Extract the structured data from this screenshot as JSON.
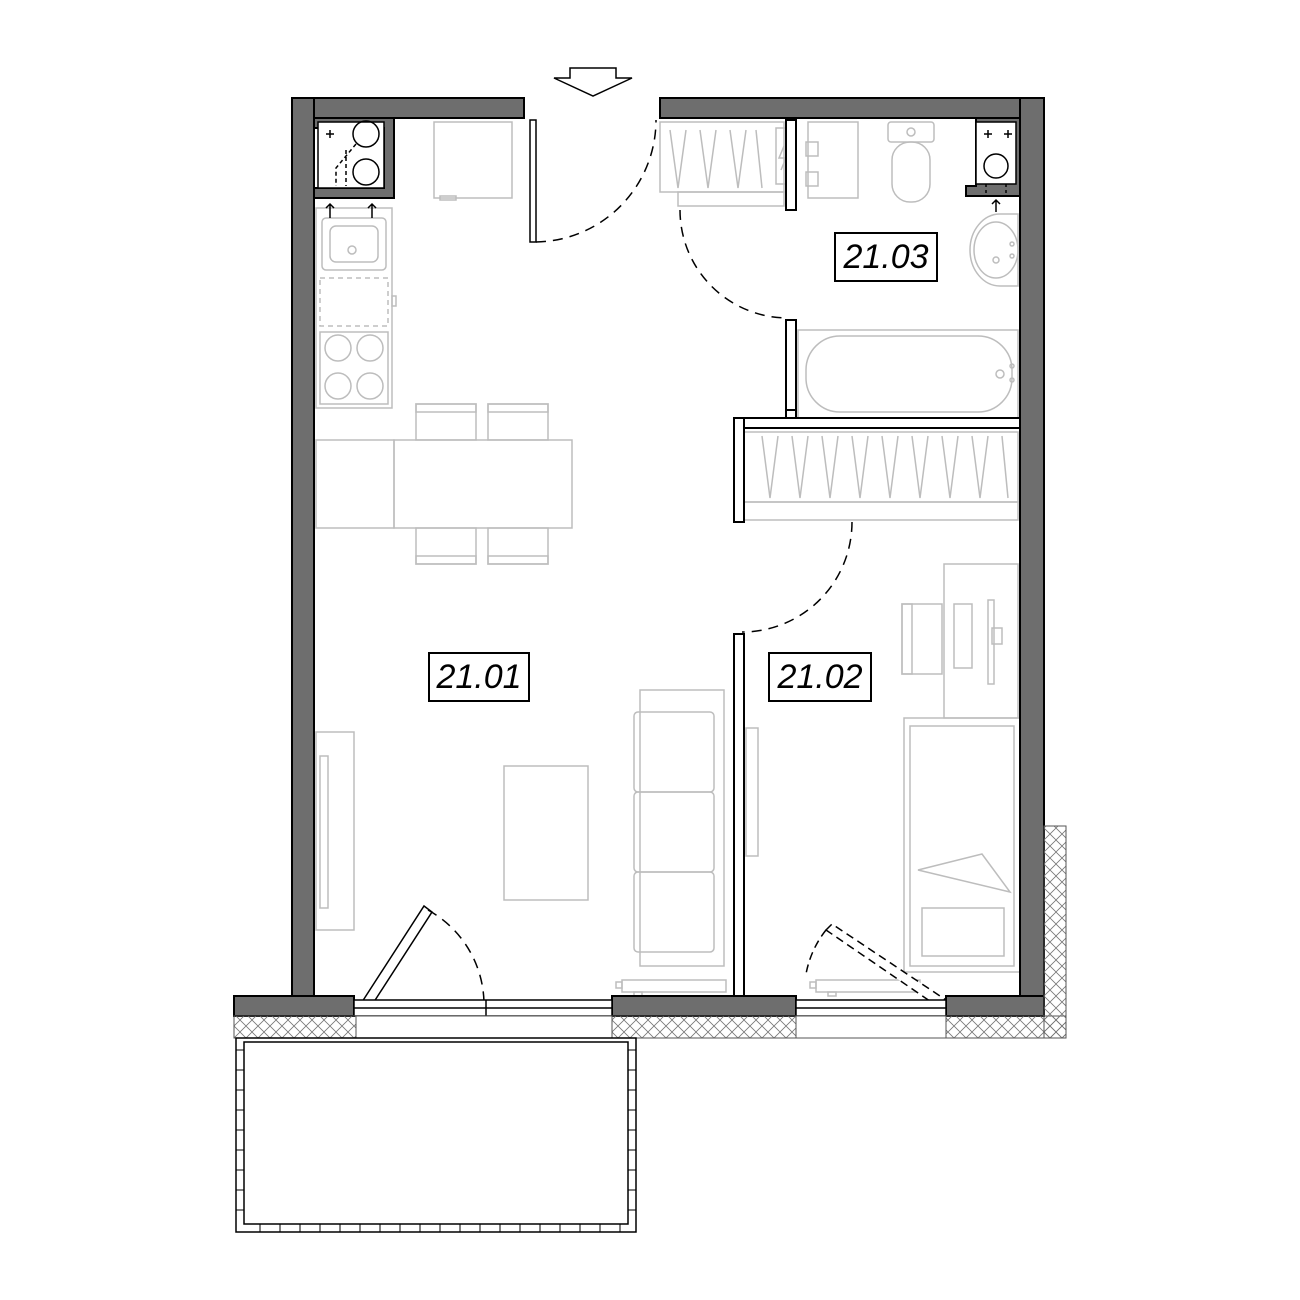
{
  "rooms": [
    {
      "id": "living",
      "label": "21.01"
    },
    {
      "id": "bedroom",
      "label": "21.02"
    },
    {
      "id": "bathroom",
      "label": "21.03"
    }
  ],
  "colors": {
    "wall": "#6e6e6e",
    "wall_outline": "#000000",
    "furniture": "#c8c8c8",
    "line": "#000000"
  },
  "icons": [
    "entrance-arrow-icon",
    "electrical-panel-icon",
    "ventilation-shaft-icon"
  ]
}
